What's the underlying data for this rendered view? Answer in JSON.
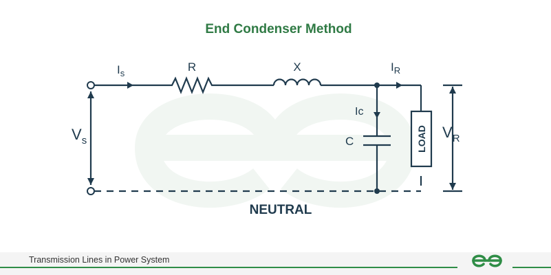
{
  "title": "End Condenser Method",
  "labels": {
    "is_main": "I",
    "is_sub": "s",
    "resistor": "R",
    "reactance": "X",
    "ir_main": "I",
    "ir_sub": "R",
    "ic": "Ic",
    "capacitor": "C",
    "load": "LOAD",
    "vs_main": "V",
    "vs_sub": "s",
    "vr_main": "V",
    "vr_sub": "R",
    "neutral": "NEUTRAL"
  },
  "footer": {
    "caption": "Transmission Lines in Power System",
    "logo_icon": "gfg-logo-icon"
  },
  "colors": {
    "circuit": "#1f3a4d",
    "title": "#2f7a44",
    "brand_green": "#2f8d46",
    "watermark": "#eef5f0"
  }
}
